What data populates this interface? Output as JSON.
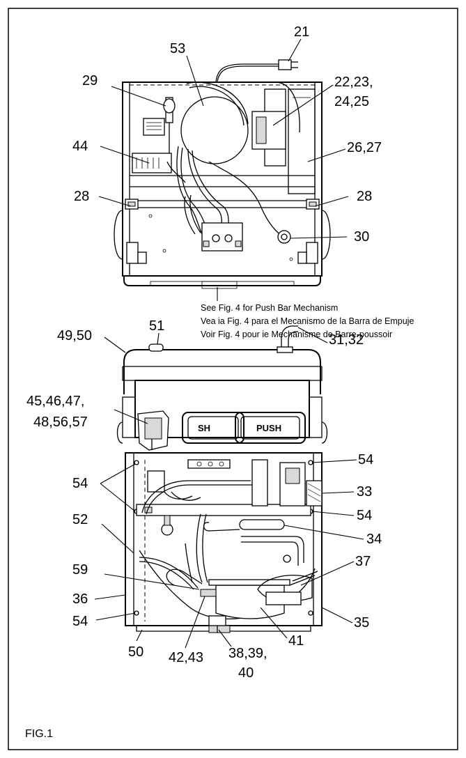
{
  "figure": {
    "label": "FIG.1",
    "note_lines": [
      "See Fig. 4 for Push Bar Mechanism",
      "Vea ia Fig. 4 para el Mecanismo de la Barra de Empuje",
      "Voir Fig. 4 pour ie Mechanisme de Barre-poussoir"
    ],
    "push_button_label": "PUSH",
    "push_button_partial_label": "SH"
  },
  "top_view_callouts": [
    {
      "id": "21",
      "text": "21"
    },
    {
      "id": "53",
      "text": "53"
    },
    {
      "id": "29",
      "text": "29"
    },
    {
      "id": "22-25-line1",
      "text": "22,23,"
    },
    {
      "id": "22-25-line2",
      "text": "24,25"
    },
    {
      "id": "44",
      "text": "44"
    },
    {
      "id": "26-27",
      "text": "26,27"
    },
    {
      "id": "28-left",
      "text": "28"
    },
    {
      "id": "28-right",
      "text": "28"
    },
    {
      "id": "30",
      "text": "30"
    }
  ],
  "front_view_callouts": [
    {
      "id": "49-50",
      "text": "49,50"
    },
    {
      "id": "51",
      "text": "51"
    },
    {
      "id": "31-32",
      "text": "31,32"
    },
    {
      "id": "45-57-line1",
      "text": "45,46,47,"
    },
    {
      "id": "45-57-line2",
      "text": "48,56,57"
    },
    {
      "id": "54-upper-right",
      "text": "54"
    },
    {
      "id": "54-left-pair",
      "text": "54"
    },
    {
      "id": "33",
      "text": "33"
    },
    {
      "id": "54-right-mid",
      "text": "54"
    },
    {
      "id": "52",
      "text": "52"
    },
    {
      "id": "34",
      "text": "34"
    },
    {
      "id": "59",
      "text": "59"
    },
    {
      "id": "37",
      "text": "37"
    },
    {
      "id": "36",
      "text": "36"
    },
    {
      "id": "54-lower-left",
      "text": "54"
    },
    {
      "id": "35",
      "text": "35"
    },
    {
      "id": "50",
      "text": "50"
    },
    {
      "id": "38-40-line1",
      "text": "38,39,"
    },
    {
      "id": "38-40-line2",
      "text": "40"
    },
    {
      "id": "41",
      "text": "41"
    },
    {
      "id": "42-43",
      "text": "42,43"
    }
  ]
}
